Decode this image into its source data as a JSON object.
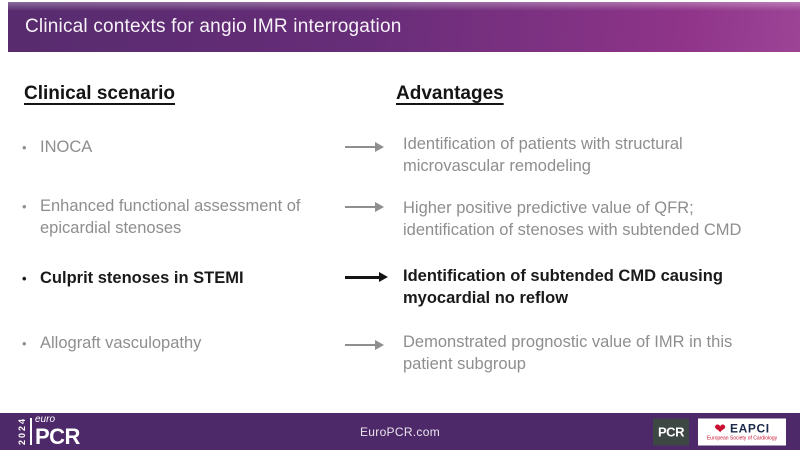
{
  "slide": {
    "title": "Clinical contexts for angio IMR interrogation",
    "columns": {
      "left_header": "Clinical scenario",
      "right_header": "Advantages"
    },
    "rows": [
      {
        "scenario": "INOCA",
        "advantage": "Identification of patients with structural microvascular remodeling",
        "emphasis": false
      },
      {
        "scenario": "Enhanced functional assessment of epicardial stenoses",
        "advantage": "Higher positive predictive value of QFR; identification of stenoses with subtended CMD",
        "emphasis": false
      },
      {
        "scenario": "Culprit stenoses in STEMI",
        "advantage": "Identification of subtended CMD causing myocardial no reflow",
        "emphasis": true
      },
      {
        "scenario": "Allograft vasculopathy",
        "advantage": "Demonstrated prognostic value of IMR in this patient subgroup",
        "emphasis": false
      }
    ],
    "footer": {
      "url": "EuroPCR.com",
      "logo": {
        "year": "2024",
        "euro": "euro",
        "pcr": "PCR"
      },
      "pcr_badge": "PCR",
      "eapci": {
        "name": "EAPCI",
        "subtitle": "European Society of Cardiology"
      }
    }
  },
  "icons": {
    "bullet": "•",
    "heart": "❤"
  },
  "colors": {
    "header_gradient_start": "#572b6e",
    "header_gradient_end": "#9d4497",
    "footer_bg": "#4e2969",
    "muted_text": "#8e8e8e",
    "emphasis_text": "#1a1a1a",
    "eapci_red": "#c8102e",
    "eapci_navy": "#1b2a4a",
    "pcr_badge_bg": "#3d4743"
  }
}
